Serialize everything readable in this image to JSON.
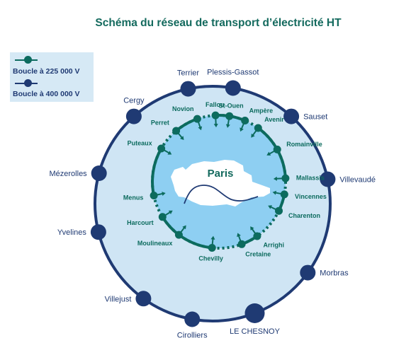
{
  "title": "Schéma du réseau de transport d’électricité HT",
  "colors": {
    "outer_disc": "#cfe5f4",
    "outer_ring": "#1f3a73",
    "inner_disc": "#8ecff2",
    "inner_ring": "#0c6b5e",
    "station_400": "#1f3a73",
    "station_225": "#0c6b5e",
    "label_400": "#1f3a73",
    "label_225": "#0c6b5e",
    "paris_label": "#146a5e",
    "seine": "#1f3a73"
  },
  "legend": {
    "items": [
      {
        "label": "Boucle à 225 000 V",
        "color": "#0c6b5e"
      },
      {
        "label": "Boucle à 400 000 V",
        "color": "#1f3a73"
      }
    ]
  },
  "paris_label": "Paris",
  "outer_stations": [
    {
      "name": "Terrier",
      "angle": -102,
      "size": "normal",
      "label_side": "up"
    },
    {
      "name": "Plessis-Gassot",
      "angle": -80,
      "size": "normal",
      "label_side": "up"
    },
    {
      "name": "Sauset",
      "angle": -48,
      "size": "normal",
      "label_side": "right"
    },
    {
      "name": "Villevaudé",
      "angle": -12,
      "size": "normal",
      "label_side": "right"
    },
    {
      "name": "Morbras",
      "angle": 36,
      "size": "normal",
      "label_side": "right"
    },
    {
      "name": "LE CHESNOY",
      "angle": 69,
      "size": "large",
      "label_side": "down"
    },
    {
      "name": "Cirolliers",
      "angle": 100,
      "size": "normal",
      "label_side": "down"
    },
    {
      "name": "Villejust",
      "angle": 126,
      "size": "normal",
      "label_side": "left"
    },
    {
      "name": "Yvelines",
      "angle": 166,
      "size": "normal",
      "label_side": "left"
    },
    {
      "name": "Mézerolles",
      "angle": 195,
      "size": "normal",
      "label_side": "left"
    },
    {
      "name": "Cergy",
      "angle": 228,
      "size": "normal",
      "label_side": "up"
    }
  ],
  "inner_stations": [
    {
      "name": "Fallou",
      "angle": -93
    },
    {
      "name": "St-Ouen",
      "angle": -81
    },
    {
      "name": "Ampère",
      "angle": -67
    },
    {
      "name": "Avenir",
      "angle": -54
    },
    {
      "name": "Romainville",
      "angle": -29
    },
    {
      "name": "Mallassis",
      "angle": -3
    },
    {
      "name": "Vincennes",
      "angle": 11
    },
    {
      "name": "Charenton",
      "angle": 26
    },
    {
      "name": "Arrighi",
      "angle": 55
    },
    {
      "name": "Cretaine",
      "angle": 70
    },
    {
      "name": "Chevilly",
      "angle": 96
    },
    {
      "name": "Moulineaux",
      "angle": 127
    },
    {
      "name": "Harcourt",
      "angle": 148
    },
    {
      "name": "Menus",
      "angle": 168
    },
    {
      "name": "Puteaux",
      "angle": 210
    },
    {
      "name": "Perret",
      "angle": 230
    },
    {
      "name": "Novion",
      "angle": 251
    }
  ]
}
